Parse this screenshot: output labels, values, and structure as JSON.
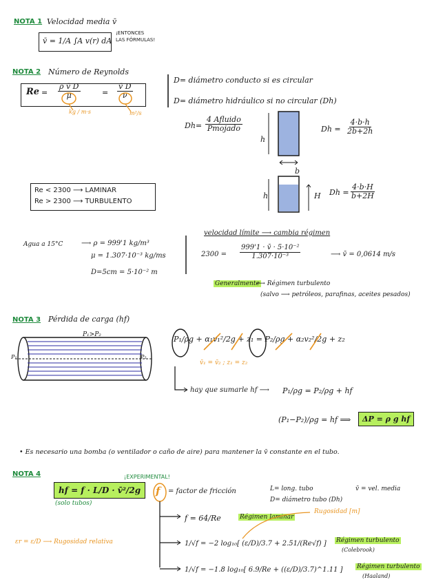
{
  "notes": {
    "n1": {
      "label": "NOTA 1",
      "title": "Velocidad media v̄",
      "formula": "v̄ = 1/A ∫A v(r) dA",
      "aside_line1": "¡ENTONCES",
      "aside_line2": "LAS FÓRMULAS!"
    },
    "n2": {
      "label": "NOTA 2",
      "title": "Número de Reynolds",
      "re_lhs": "Re",
      "re_num1": "ρ v̄ D",
      "re_den1": "μ",
      "re_num2": "v̄ D",
      "re_den2": "ν",
      "mu_unit": "kg / m·s",
      "nu_unit": "m²/s",
      "def_d1": "D= diámetro conducto si es circular",
      "def_d2": "D= diámetro hidráulico si no circular (Dh)",
      "dh_lhs": "Dh=",
      "dh_num": "4 Afluido",
      "dh_den": "Pmojado",
      "dh_rect": "Dh =",
      "dh_rect_num": "4·b·h",
      "dh_rect_den": "2b+2h",
      "dh_open": "Dh =",
      "dh_open_num": "4·b·H",
      "dh_open_den": "b+2H",
      "h_small": "h",
      "b_label": "b",
      "h_label": "h",
      "H_label": "H",
      "laminar": "Re < 2300 ⟶ LAMINAR",
      "turbulent": "Re > 2300 ⟶ TURBULENTO",
      "water": "Agua a 15°C",
      "rho": "⟶ ρ = 999'1 kg/m³",
      "mu": "μ = 1.307·10⁻³ kg/ms",
      "D": "D=5cm = 5·10⁻² m",
      "vel_title": "velocidad límite ⟶ cambia régimen",
      "vel_eq_lhs": "2300 =",
      "vel_num": "999'1 · v̄ · 5·10⁻²",
      "vel_den": "1.307·10⁻³",
      "vel_res": "⟶ v̄ = 0,0614 m/s",
      "general": "Generalmente",
      "general_rest": "⟶ Régimen turbulento",
      "general_sub": "(salvo ⟶ petróleos, parafinas, aceites pesados)"
    },
    "n3": {
      "label": "NOTA 3",
      "title": "Pérdida de carga (hf)",
      "p1p2": "P₁>P₂",
      "p1": "P₁",
      "p2": "P₂",
      "eq1": "P₁/ρg + α₁v₁²/2g + z₁ = P₂/ρg + α₂v₂²/2g + z₂",
      "cond": "v̄₁ = v̄₂ ; z₁ = z₂",
      "hay": "hay que sumarle hf ⟶",
      "eq2": "P₁/ρg = P₂/ρg + hf",
      "eq3": "(P₁−P₂)/ρg = hf ⟹",
      "dp": "ΔP = ρ g hf",
      "bomba": "• Es necesario una bomba (o ventilador o caño de aire) para mantener la v̄ constante en el tubo."
    },
    "n4": {
      "label": "NOTA 4",
      "hf": "hf = f · L/D · v̄²/2g",
      "solo": "(solo tubos)",
      "exp": "¡EXPERIMENTAL!",
      "f": "f",
      "ff": "= factor de fricción",
      "L": "L= long. tubo",
      "vm": "v̄ = vel. media",
      "Dd": "D= diámetro tubo (Dh)",
      "er": "εr = ε/D ⟶ Rugosidad relativa",
      "rug": "Rugosidad [m]",
      "f1": "f = 64/Re",
      "r1": "Régimen laminar",
      "f2": "1/√f = −2 log₁₀[ (ε/D)/3.7 + 2.51/(Re√f) ]",
      "r2": "Régimen turbulento",
      "r2s": "(Colebrook)",
      "f3": "1/√f = −1.8 log₁₀[ 6.9/Re + ((ε/D)/3.7)^1.11 ]",
      "r3": "Régimen turbulento",
      "r3s": "(Haaland)"
    }
  },
  "colors": {
    "green": "#1e8a3c",
    "orange": "#e89420",
    "highlight": "#b7ef5e",
    "blue": "#9db3e0",
    "pipe_lines": "#2a2aa0"
  }
}
